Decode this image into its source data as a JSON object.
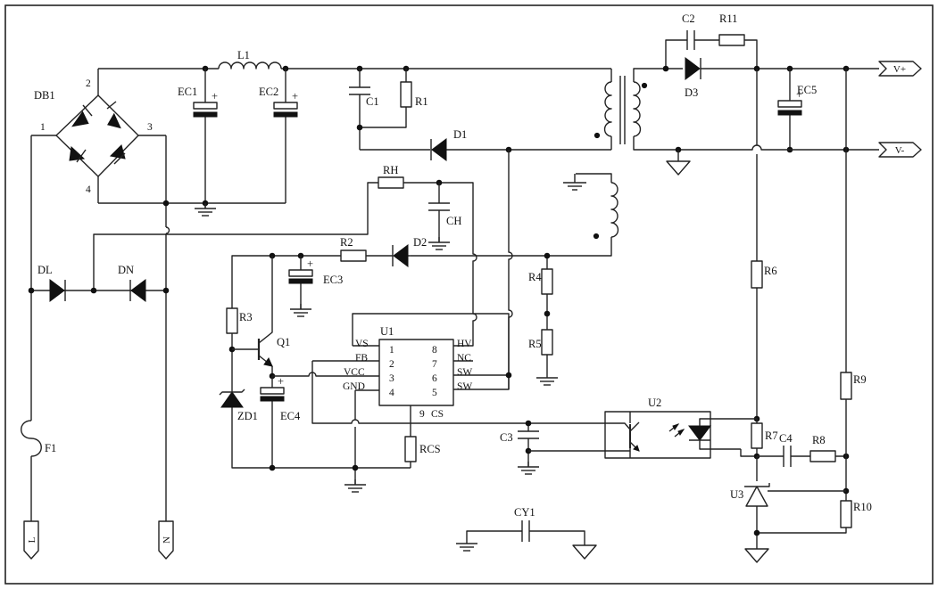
{
  "components": {
    "DB1": "DB1",
    "EC1": "EC1",
    "EC2": "EC2",
    "L1": "L1",
    "C1": "C1",
    "R1": "R1",
    "D1": "D1",
    "C2": "C2",
    "R11": "R11",
    "D3": "D3",
    "EC5": "EC5",
    "RH": "RH",
    "CH": "CH",
    "D2": "D2",
    "R2": "R2",
    "EC3": "EC3",
    "R3": "R3",
    "Q1": "Q1",
    "ZD1": "ZD1",
    "EC4": "EC4",
    "U1": "U1",
    "R4": "R4",
    "R5": "R5",
    "RCS": "RCS",
    "C3": "C3",
    "U2": "U2",
    "R6": "R6",
    "R7": "R7",
    "C4": "C4",
    "R8": "R8",
    "R9": "R9",
    "U3": "U3",
    "R10": "R10",
    "DL": "DL",
    "DN": "DN",
    "F1": "F1",
    "CY1": "CY1"
  },
  "bridge_pins": [
    "1",
    "2",
    "3",
    "4"
  ],
  "ports": {
    "L": "L",
    "N": "N",
    "vplus": "V+",
    "vminus": "V-"
  },
  "u1_left_pins": [
    {
      "name": "VS",
      "num": "1"
    },
    {
      "name": "FB",
      "num": "2"
    },
    {
      "name": "VCC",
      "num": "3"
    },
    {
      "name": "GND",
      "num": "4"
    }
  ],
  "u1_right_pins": [
    {
      "name": "HV",
      "num": "8"
    },
    {
      "name": "NC",
      "num": "7"
    },
    {
      "name": "SW",
      "num": "6"
    },
    {
      "name": "SW",
      "num": "5"
    }
  ],
  "u1_bottom_pin": {
    "name": "CS",
    "num": "9"
  }
}
